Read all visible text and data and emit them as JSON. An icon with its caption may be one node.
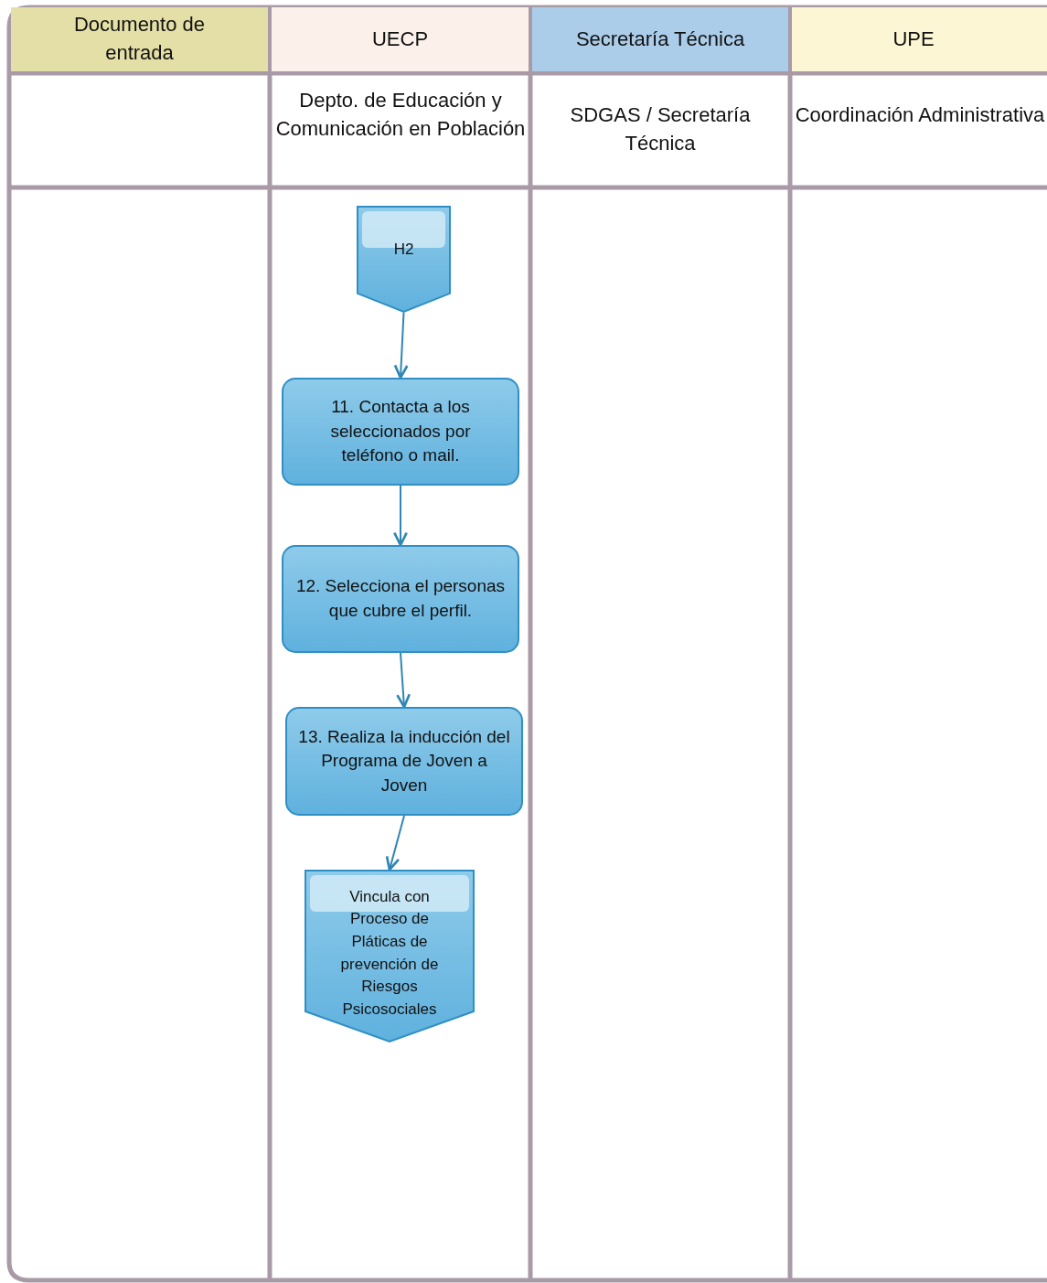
{
  "diagram": {
    "nodes": [
      {
        "text": [
          "Documento de entrada"
        ]
      },
      {
        "text": [
          "UECP"
        ]
      },
      {
        "text": [
          "Secretaría Técnica"
        ]
      },
      {
        "text": [
          "UPE"
        ]
      },
      {
        "text": [
          "H2"
        ]
      },
      {
        "text": [
          "11. Contacta a los seleccionados por teléfono o mail."
        ]
      },
      {
        "text": [
          "12. Selecciona el personas que cubre el perfil."
        ]
      },
      {
        "text": [
          "13. Realiza la inducción del Programa de Joven a Joven"
        ]
      },
      {
        "text": [
          "Vincula con Proceso de Pláticas de prevención de Riesgos Psicosociales"
        ]
      }
    ],
    "edges": [
      {
        "from": 4,
        "to": 5,
        "arrow": "to"
      },
      {
        "from": 5,
        "to": 6,
        "arrow": "to"
      },
      {
        "from": 6,
        "to": 7,
        "arrow": "to"
      },
      {
        "from": 7,
        "to": 8,
        "arrow": "to"
      }
    ],
    "labels": [
      "Depto. de Educación y Comunicación en Población",
      "SDGAS / Secretaría Técnica",
      "Coordinación Administrativa"
    ]
  }
}
